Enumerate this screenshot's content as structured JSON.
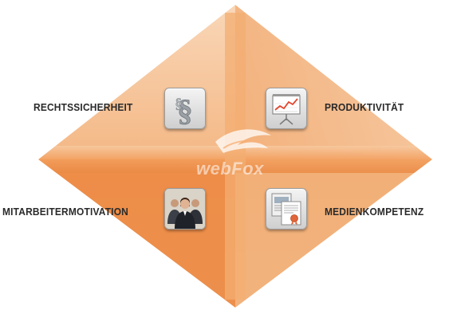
{
  "diagram": {
    "brand": "webFox",
    "quadrants": [
      {
        "id": "top-left",
        "label": "RECHTSSICHERHEIT",
        "icon": "paragraph-law-icon"
      },
      {
        "id": "top-right",
        "label": "PRODUKTIVITÄT",
        "icon": "presentation-chart-icon"
      },
      {
        "id": "bottom-left",
        "label": "MITARBEITERMOTIVATION",
        "icon": "team-people-icon"
      },
      {
        "id": "bottom-right",
        "label": "MEDIENKOMPETENZ",
        "icon": "documents-certificate-icon"
      }
    ],
    "colors": {
      "diamond_light": "#f6c49a",
      "diamond_mid": "#f0a060",
      "diamond_dark": "#e8823a",
      "label_text": "#2a2a2a"
    }
  }
}
